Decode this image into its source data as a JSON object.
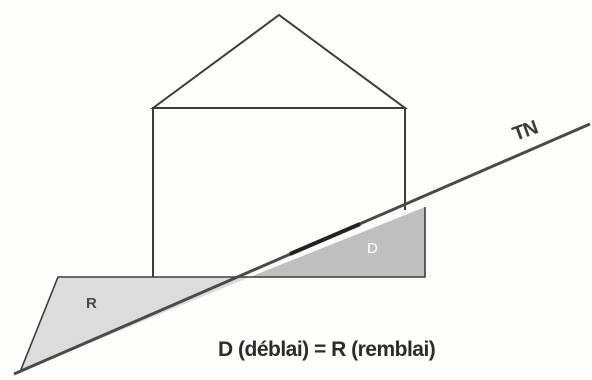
{
  "labels": {
    "terrain": "TN",
    "deblai_marker": "D",
    "remblai_marker": "R",
    "equation": "D (déblai) = R (remblai)"
  },
  "colors": {
    "outline": "#3c3c3c",
    "deblai_fill": "#bfbfbf",
    "remblai_fill": "#dcdcdc",
    "terrain_line": "#4a4a4a"
  }
}
